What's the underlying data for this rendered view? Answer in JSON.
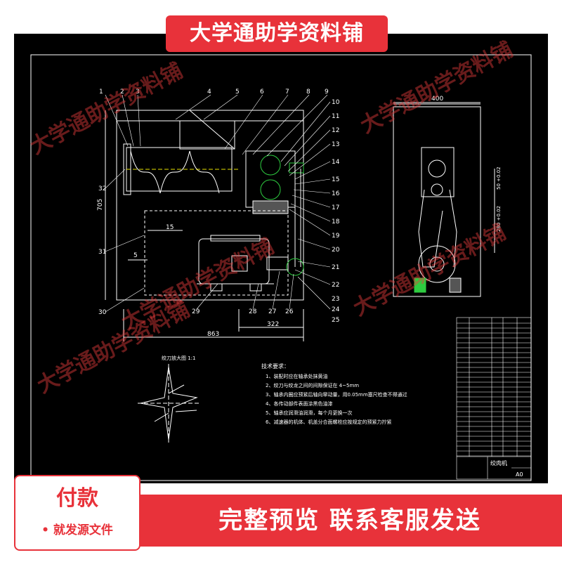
{
  "watermark": {
    "banner_text": "大学通助学资料铺",
    "diagonal_text": "大学通助学资料铺"
  },
  "promo": {
    "pay_title": "付款",
    "pay_subtitle": "• 就发源文件",
    "bottom_text": "完整预览  联系客服发送"
  },
  "drawing": {
    "dimensions": {
      "overall_length": "863",
      "motor_offset": "322",
      "height": "705",
      "dim_15": "15",
      "dim_5": "5",
      "side_width": "400",
      "side_dim_1": "50 +0.02",
      "side_dim_2": "280 +0.02"
    },
    "part_numbers_top": [
      "1",
      "2",
      "3",
      "4",
      "5",
      "6",
      "7",
      "8",
      "9"
    ],
    "part_numbers_right": [
      "10",
      "11",
      "12",
      "13",
      "14",
      "15",
      "16",
      "17",
      "18",
      "19",
      "20",
      "21",
      "22",
      "23",
      "24",
      "25"
    ],
    "part_numbers_left": [
      "32",
      "31",
      "30"
    ],
    "part_numbers_bottom": [
      "29",
      "28",
      "27",
      "26"
    ],
    "detail_title": "绞刀放大图 1:1",
    "tech_requirements": {
      "heading": "技术要求：",
      "items": [
        "1、装配时应在轴承处抹黄油",
        "2、绞刀与绞龙之间的间隙保证在 4~5mm",
        "3、轴承内圈应预紧后轴向窜动量，用0.05mm塞尺检查不得通过",
        "4、各传动部件表面涂黑色油漆",
        "5、轴承应润滑油润滑，每个月更换一次",
        "6、减速器的机体、机盖分合面螺栓应按规定的预紧力拧紧"
      ]
    },
    "title_block": {
      "name": "绞肉机",
      "sheet": "A0"
    }
  },
  "colors": {
    "accent": "#e8323a",
    "cad_bg": "#000000",
    "cad_line": "#ffffff",
    "cad_green": "#2ecc40",
    "cad_yellow": "#e8e200"
  }
}
